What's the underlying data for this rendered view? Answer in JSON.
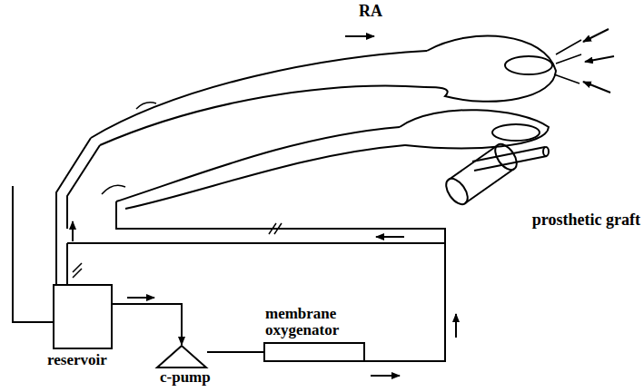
{
  "diagram": {
    "nodes": [
      {
        "text": [
          "reservoir"
        ]
      },
      {
        "text": [
          "c-pump"
        ]
      },
      {
        "text": [
          "membrane oxygenator"
        ]
      }
    ],
    "edges": [
      {
        "from": 0,
        "to": 1,
        "arrow": "to"
      },
      {
        "from": 1,
        "to": 2,
        "arrow": "none"
      }
    ],
    "labels": [
      "RA",
      "prosthetic graft"
    ]
  }
}
